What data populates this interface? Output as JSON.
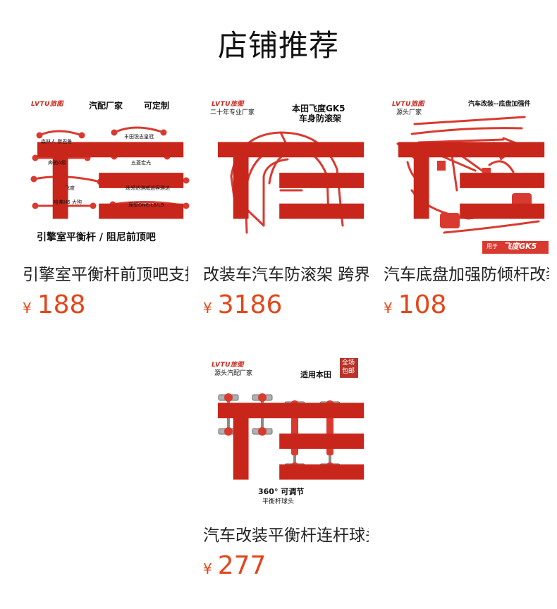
{
  "section": {
    "title": "店铺推荐"
  },
  "colors": {
    "price": "#e2461b",
    "brand": "#c9261b",
    "part": "#d93a30"
  },
  "products": [
    {
      "title": "引擎室平衡杆前顶吧支撑杆",
      "currency": "¥",
      "price": "188",
      "image": {
        "brand": "LVTU旅图",
        "tag1": "汽配厂家",
        "tag2": "可定制",
        "labels": [
          "森林人 斯巴鲁",
          "丰田锐志皇冠",
          "奔驰A级",
          "五菱宏光",
          "飞度",
          "逸领达骐威逍客骐达",
          "哈弗H6 大狗",
          "理想ONE/L8/L9"
        ],
        "caption": "引擎室平衡杆 / 阻尼前顶吧"
      }
    },
    {
      "title": "改装车汽车防滚架 跨界款",
      "currency": "¥",
      "price": "3186",
      "image": {
        "brand": "LVTU旅图",
        "tag1": "二十年专业厂家",
        "heading1": "本田飞度GK5",
        "heading2": "车身防滚架"
      }
    },
    {
      "title": "汽车底盘加强防倾杆改装件",
      "currency": "¥",
      "price": "108",
      "image": {
        "brand": "LVTU旅图",
        "tag1": "源头厂家",
        "heading": "汽车改装--底盘加强件",
        "badge_prefix": "用于",
        "badge_main": "飞度GK5"
      }
    },
    {
      "title": "汽车改装平衡杆连杆球头",
      "currency": "¥",
      "price": "277",
      "image": {
        "brand": "LVTU旅图",
        "tag1": "源头汽配厂家",
        "heading": "适用本田",
        "stamp_line1": "全场",
        "stamp_line2": "包邮",
        "caption1": "360° 可调节",
        "caption2": "平衡杆球头"
      }
    }
  ]
}
